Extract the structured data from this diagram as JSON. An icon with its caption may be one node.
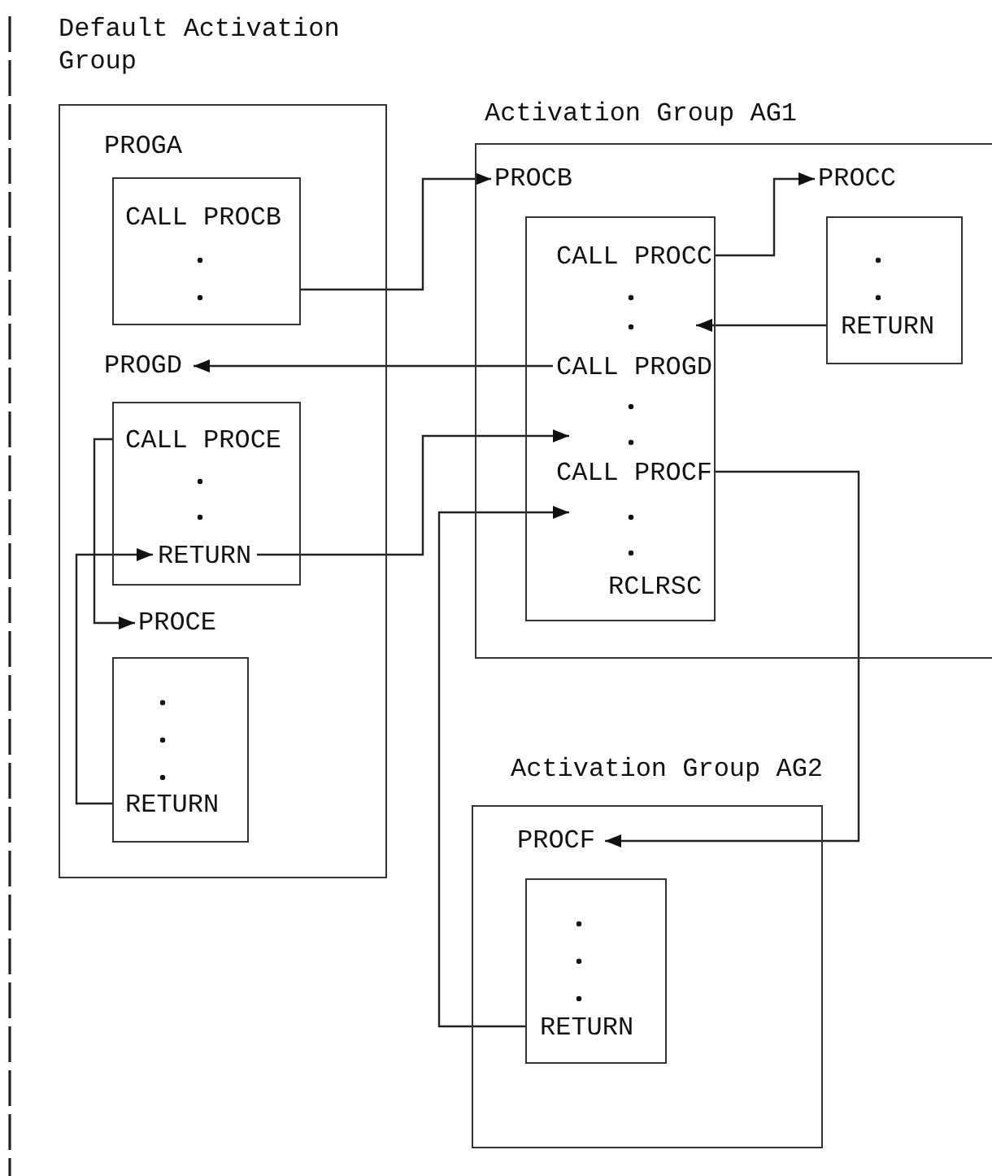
{
  "diagram": {
    "nodes": [
      {
        "text": [
          "Default Activation Group",
          "PROGA"
        ]
      },
      {
        "text": [
          "CALL PROCB"
        ],
        "in": 0
      },
      {
        "text": [
          "PROGD"
        ],
        "in": 0
      },
      {
        "text": [
          "CALL PROCE",
          "RETURN"
        ],
        "in": 0
      },
      {
        "text": [
          "PROCE"
        ],
        "in": 0
      },
      {
        "text": [
          "RETURN"
        ],
        "in": 0
      },
      {
        "text": [
          "Activation Group AG1"
        ]
      },
      {
        "text": [
          "PROCB"
        ],
        "in": 6
      },
      {
        "text": [
          "CALL PROCC",
          "CALL PROGD",
          "CALL PROCF",
          "RCLRSC"
        ],
        "in": 6
      },
      {
        "text": [
          "PROCC"
        ],
        "in": 6
      },
      {
        "text": [
          "RETURN"
        ],
        "in": 6
      },
      {
        "text": [
          "Activation Group AG2"
        ]
      },
      {
        "text": [
          "PROCF"
        ],
        "in": 11
      },
      {
        "text": [
          "RETURN"
        ],
        "in": 11
      }
    ],
    "edges": [
      {
        "from": 1,
        "to": 7,
        "arrow": "to"
      },
      {
        "from": 8,
        "to": 9,
        "arrow": "to"
      },
      {
        "from": 10,
        "to": 8,
        "arrow": "to"
      },
      {
        "from": 8,
        "to": 2,
        "arrow": "to"
      },
      {
        "from": 3,
        "to": 4,
        "arrow": "to"
      },
      {
        "from": 5,
        "to": 3,
        "arrow": "to"
      },
      {
        "from": 3,
        "to": 8,
        "arrow": "to"
      },
      {
        "from": 8,
        "to": 12,
        "arrow": "to"
      },
      {
        "from": 13,
        "to": 8,
        "arrow": "to"
      }
    ]
  }
}
